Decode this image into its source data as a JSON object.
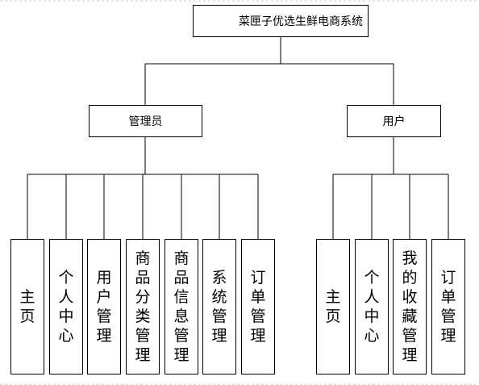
{
  "root": {
    "label": "菜匣子优选生鲜电商系统"
  },
  "branches": [
    {
      "label": "管理员",
      "children": [
        "主页",
        "个人中心",
        "用户管理",
        "商品分类管理",
        "商品信息管理",
        "系统管理",
        "订单管理"
      ]
    },
    {
      "label": "用户",
      "children": [
        "主页",
        "个人中心",
        "我的收藏管理",
        "订单管理"
      ]
    }
  ]
}
